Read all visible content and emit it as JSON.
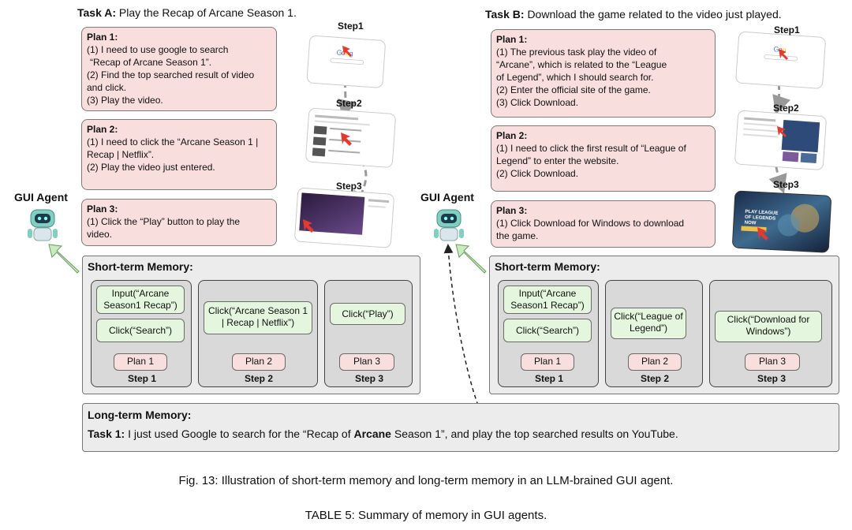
{
  "task_a": {
    "label": "Task A:",
    "title": "Play the Recap of Arcane Season 1."
  },
  "task_b": {
    "label": "Task B:",
    "title": "Download the game related to the video just played."
  },
  "agent_label": "GUI Agent",
  "plans_a": [
    {
      "head": "Plan 1:",
      "lines": [
        "(1) I need to use google to search",
        "“Recap of Arcane Season 1”.",
        "(2) Find the top searched result of video",
        "and click.",
        "(3) Play the video."
      ]
    },
    {
      "head": "Plan 2:",
      "lines": [
        "(1) I need to click the “Arcane Season 1 |",
        "Recap | Netflix”.",
        "(2) Play the video just entered."
      ]
    },
    {
      "head": "Plan 3:",
      "lines": [
        "(1) Click the “Play” button to play the",
        "video."
      ]
    }
  ],
  "plans_b": [
    {
      "head": "Plan 1:",
      "lines": [
        "(1) The previous task play the video of",
        "“Arcane”, which is related to the “League",
        "of Legend”, which I should search for.",
        "(2) Enter the official site of the game.",
        "(3) Click Download."
      ]
    },
    {
      "head": "Plan 2:",
      "lines": [
        "(1) I need to click the first result of “League of",
        "Legend” to enter the website.",
        "(2) Click Download."
      ]
    },
    {
      "head": "Plan 3:",
      "lines": [
        "(1) Click Download for Windows to download",
        "the game."
      ]
    }
  ],
  "step_labels": [
    "Step1",
    "Step2",
    "Step3"
  ],
  "stm_title": "Short-term Memory:",
  "stm_a": [
    {
      "actions": [
        "Input(“Arcane Season1 Recap”)",
        "Click(“Search”)"
      ],
      "plan": "Plan 1",
      "step": "Step 1"
    },
    {
      "actions": [
        "Click(“Arcane Season 1 | Recap | Netflix”)"
      ],
      "plan": "Plan 2",
      "step": "Step 2"
    },
    {
      "actions": [
        "Click(“Play”)"
      ],
      "plan": "Plan 3",
      "step": "Step 3"
    }
  ],
  "stm_b": [
    {
      "actions": [
        "Input(“Arcane Season1 Recap”)",
        "Click(“Search”)"
      ],
      "plan": "Plan 1",
      "step": "Step 1"
    },
    {
      "actions": [
        "Click(“League of Legend”)"
      ],
      "plan": "Plan 2",
      "step": "Step 2"
    },
    {
      "actions": [
        "Click(“Download for Windows”)"
      ],
      "plan": "Plan 3",
      "step": "Step 3"
    }
  ],
  "ltm": {
    "title": "Long-term Memory:",
    "task_label": "Task 1:",
    "text_1": "I just used Google to search for the “Recap of ",
    "bold": "Arcane",
    "text_2": " Season 1”, and play the top searched results on YouTube."
  },
  "game_banner": "PLAY LEAGUE OF LEGENDS NOW",
  "caption": "Fig. 13: Illustration of short-term memory and long-term memory in an LLM-brained GUI agent.",
  "table_caption": "TABLE 5: Summary of memory in GUI agents.",
  "colors": {
    "plan_bg": "#f9dede",
    "action_bg": "#e4f6dd",
    "memory_bg": "#ececec",
    "step_bg": "#d9d9d9",
    "cursor": "#e23a2f"
  }
}
